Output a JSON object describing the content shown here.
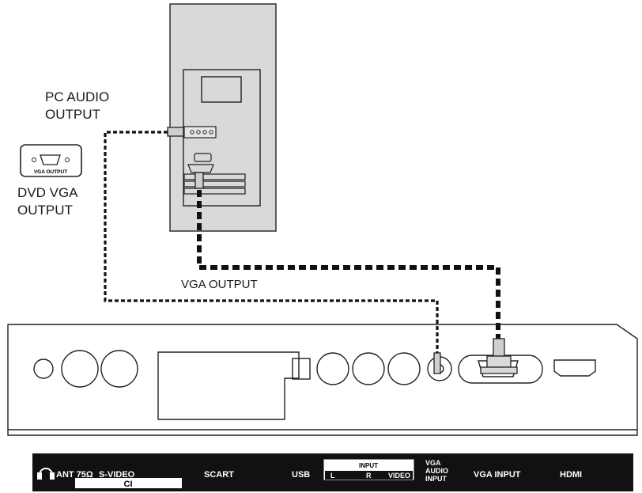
{
  "labels": {
    "pc_audio_output_1": "PC AUDIO",
    "pc_audio_output_2": "OUTPUT",
    "dvd_vga_output_1": "DVD VGA",
    "dvd_vga_output_2": "OUTPUT",
    "vga_output_badge": "VGA OUTPUT",
    "vga_output": "VGA OUTPUT"
  },
  "panel_strip": {
    "ant": "ANT 75Ω",
    "s_video": "S-VIDEO",
    "ci": "CI",
    "scart": "SCART",
    "usb": "USB",
    "input": "INPUT",
    "input_l": "L",
    "input_r": "R",
    "input_video": "VIDEO",
    "vga_audio_1": "VGA",
    "vga_audio_2": "AUDIO",
    "vga_audio_3": "INPUT",
    "vga_input": "VGA INPUT",
    "hdmi": "HDMI"
  },
  "colors": {
    "pc_case": "#d9d9d9",
    "strip": "#111111",
    "cable": "#111111"
  }
}
